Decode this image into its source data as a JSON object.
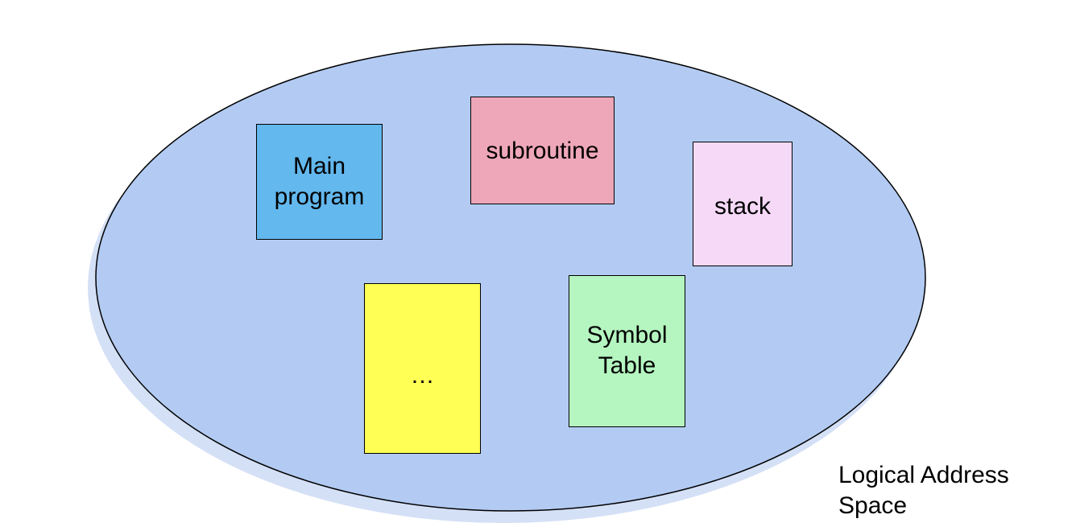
{
  "diagram": {
    "space_label": "Logical Address\nSpace",
    "segments": [
      {
        "id": "main",
        "label": "Main\nprogram",
        "color": "#63b8ee"
      },
      {
        "id": "subroutine",
        "label": "subroutine",
        "color": "#eea7b9"
      },
      {
        "id": "stack",
        "label": "stack",
        "color": "#f5d9f7"
      },
      {
        "id": "ellipsis",
        "label": "…",
        "color": "#ffff55"
      },
      {
        "id": "symbol",
        "label": "Symbol\nTable",
        "color": "#b5f5c0"
      }
    ],
    "colors": {
      "address_space_fill": "#b3cbf2",
      "address_space_shadow": "#d4e0f6",
      "outline": "#000000"
    }
  }
}
